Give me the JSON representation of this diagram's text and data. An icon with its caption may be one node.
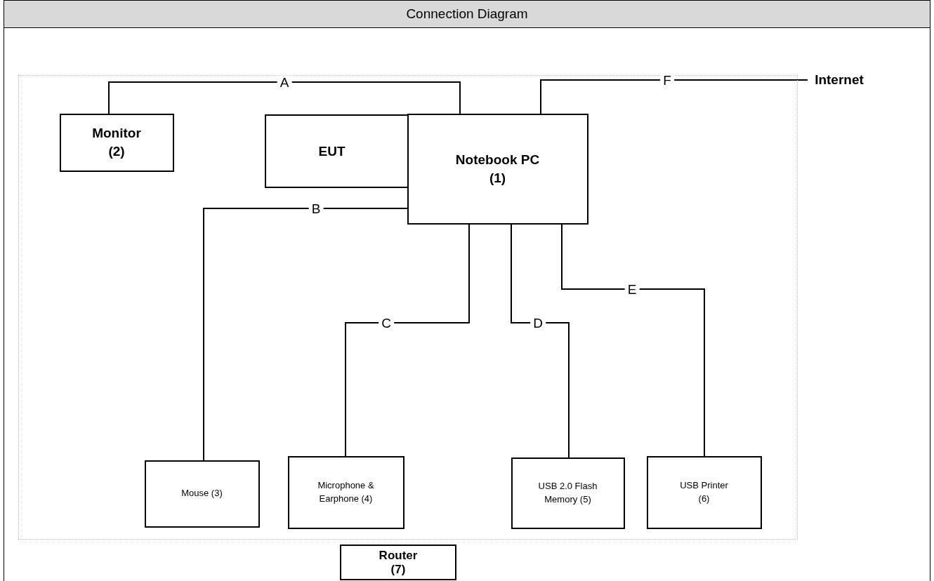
{
  "diagram": {
    "title": "Connection Diagram",
    "nodes": [
      {
        "text": [],
        "shape": "box"
      },
      {
        "text": [
          "Monitor (2)"
        ],
        "in": 0
      },
      {
        "text": [
          "EUT"
        ],
        "in": 0
      },
      {
        "text": [
          "Notebook PC (1)"
        ],
        "in": 0
      },
      {
        "text": [
          "Mouse (3)"
        ],
        "in": 0
      },
      {
        "text": [
          "Microphone & Earphone (4)"
        ],
        "in": 0
      },
      {
        "text": [
          "USB 2.0 Flash Memory (5)"
        ],
        "in": 0
      },
      {
        "text": [
          "USB Printer (6)"
        ],
        "in": 0
      },
      {
        "text": [
          "Internet"
        ]
      },
      {
        "text": [
          "Router (7)"
        ]
      }
    ],
    "edges": [
      {
        "from": 1,
        "to": 3,
        "arrow": "none",
        "label": "A"
      },
      {
        "from": 3,
        "to": 8,
        "arrow": "none",
        "label": "F"
      },
      {
        "from": 3,
        "to": 4,
        "arrow": "none",
        "label": "B"
      },
      {
        "from": 3,
        "to": 5,
        "arrow": "none",
        "label": "C"
      },
      {
        "from": 3,
        "to": 6,
        "arrow": "none",
        "label": "D"
      },
      {
        "from": 3,
        "to": 7,
        "arrow": "none",
        "label": "E"
      }
    ]
  }
}
